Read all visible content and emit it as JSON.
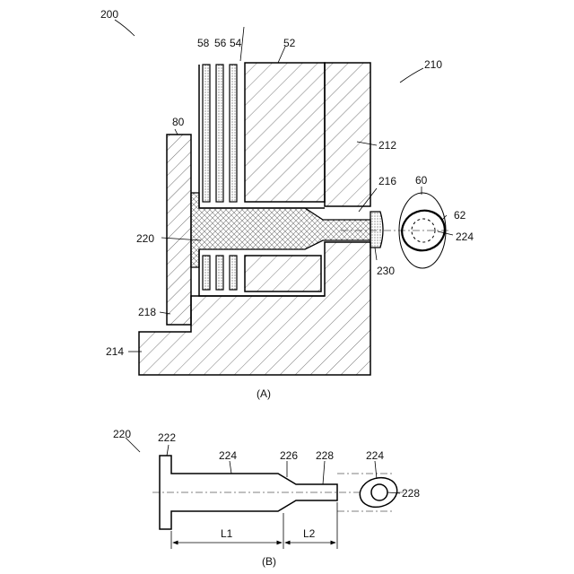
{
  "figure_a": {
    "caption": "(A)",
    "labels": {
      "l200": "200",
      "l210": "210",
      "l58": "58",
      "l56": "56",
      "l54": "54",
      "l52": "52",
      "l80": "80",
      "l212": "212",
      "l216": "216",
      "l60": "60",
      "l62": "62",
      "l224": "224",
      "l220": "220",
      "l230": "230",
      "l218": "218",
      "l214": "214"
    }
  },
  "figure_b": {
    "caption": "(B)",
    "labels": {
      "l220": "220",
      "l222": "222",
      "l224": "224",
      "l226": "226",
      "l228": "228",
      "l224b": "224",
      "l228b": "228",
      "L1": "L1",
      "L2": "L2"
    }
  }
}
